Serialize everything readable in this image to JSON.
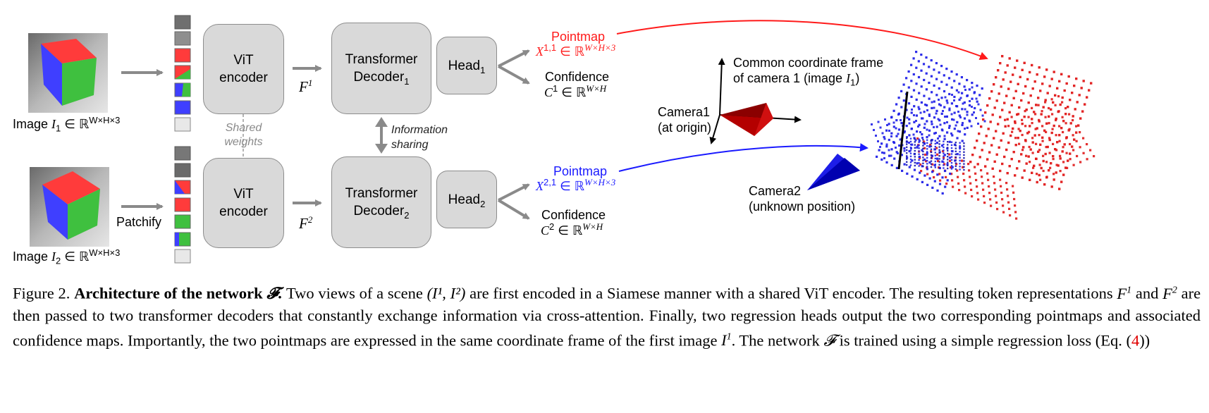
{
  "inputs": {
    "image1_label": "Image I₁ ∈ ℝW×H×3",
    "image2_label": "Image I₂ ∈ ℝW×H×3",
    "image_label_prefix": "Image",
    "image_label_set": "∈ ℝ",
    "image_label_dims": "W×H×3",
    "patchify": "Patchify"
  },
  "encoder": {
    "label": "ViT encoder",
    "line1": "ViT",
    "line2": "encoder",
    "shared_weights_line1": "Shared",
    "shared_weights_line2": "weights"
  },
  "features": {
    "f_symbol": "F",
    "f1_sup": "1",
    "f2_sup": "2"
  },
  "decoder": {
    "line1": "Transformer",
    "line2": "Decoder",
    "sub1": "1",
    "sub2": "2",
    "info_line1": "Information",
    "info_line2": "sharing"
  },
  "head": {
    "label": "Head",
    "sub1": "1",
    "sub2": "2"
  },
  "outputs": {
    "pointmap": "Pointmap",
    "x_symbol": "X",
    "x1_sup": "1,1",
    "x2_sup": "2,1",
    "set_prefix": "∈ ℝ",
    "dims3": "W×H×3",
    "dims": "W×H",
    "confidence": "Confidence",
    "c_symbol": "C",
    "c1_sup": "1",
    "c2_sup": "2"
  },
  "scene": {
    "frame_line1": "Common coordinate frame",
    "frame_line2_prefix": "of camera 1 (image",
    "frame_line2_symbol": "I",
    "frame_line2_sub": "1",
    "frame_line2_suffix": ")",
    "camera1_line1": "Camera1",
    "camera1_line2": "(at origin)",
    "camera2_line1": "Camera2",
    "camera2_line2": "(unknown position)"
  },
  "caption": {
    "fig_label": "Figure 2.",
    "bold_title": "Architecture of the network",
    "script_f": "𝓕.",
    "t1": "Two views of a scene",
    "m1": "(I¹, I²)",
    "t2": "are first encoded in a Siamese manner with a shared ViT encoder. The resulting token representations",
    "m2": "F",
    "s2": "1",
    "t3": "and",
    "m3": "F",
    "s3": "2",
    "t4": "are then passed to two transformer decoders that constantly exchange information via cross-attention. Finally, two regression heads output the two corresponding pointmaps and associated confidence maps. Importantly, the two pointmaps are expressed in the same coordinate frame of the first image",
    "m4": "I",
    "s4": "1",
    "t5": ". The network",
    "script_f2": "𝓕",
    "t6": "is trained using a simple regression loss (Eq. (",
    "eq_ref": "4",
    "t7": "))"
  },
  "colors": {
    "box_fill": "#d9d9d9",
    "box_border": "#8c8c8c",
    "arrow_gray": "#8a8a8a",
    "pointmap1": "#ff1a1a",
    "pointmap2": "#1a1aff",
    "camera1": "#b00000",
    "camera2": "#1010e0",
    "cube_red": "#ff3030",
    "cube_green": "#30c030",
    "cube_blue": "#3030ff"
  }
}
